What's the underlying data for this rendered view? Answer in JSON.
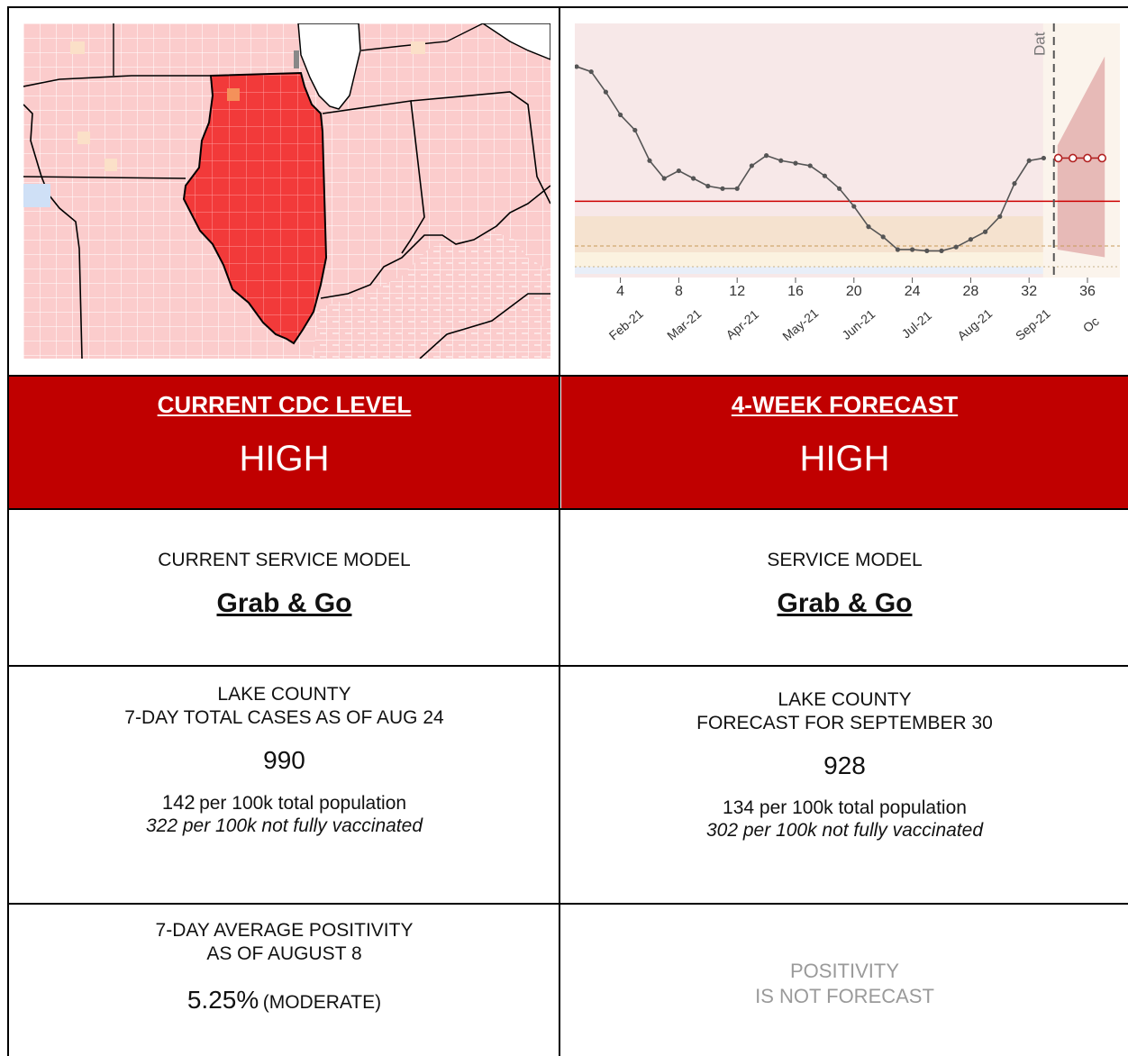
{
  "left_column": {
    "cdc_header": "CURRENT CDC LEVEL",
    "cdc_level": "HIGH",
    "service_label": "CURRENT SERVICE MODEL",
    "service_value": "Grab & Go",
    "cases_line1": "LAKE COUNTY",
    "cases_line2": "7-DAY TOTAL CASES AS OF AUG 24",
    "cases_value": "990",
    "per100k_num": "142",
    "per100k_text": "per 100k total population",
    "unvax_text": "322 per 100k not fully vaccinated",
    "positivity_line1": "7-DAY AVERAGE POSITIVITY",
    "positivity_line2": "AS OF AUGUST 8",
    "positivity_value": "5.25%",
    "positivity_level": "(MODERATE)"
  },
  "right_column": {
    "forecast_header": "4-WEEK FORECAST",
    "forecast_level": "HIGH",
    "service_label": "SERVICE MODEL",
    "service_value": "Grab & Go",
    "cases_line1": "LAKE COUNTY",
    "cases_line2": "FORECAST FOR SEPTEMBER 30",
    "cases_value": "928",
    "per100k_text": "134 per 100k total population",
    "unvax_text": "302 per 100k not fully vaccinated",
    "positivity_line1": "POSITIVITY",
    "positivity_line2": "IS NOT FORECAST"
  },
  "colors": {
    "banner_red": "#c00000",
    "map_state_red": "#f23a3a",
    "map_county_pink": "#fbcccc",
    "chart_red_line": "#cc0000",
    "forecast_marker": "#b22222"
  },
  "chart_data": {
    "type": "line",
    "annotation_text": "Dat",
    "x_ticks": [
      4,
      8,
      12,
      16,
      20,
      24,
      28,
      32,
      36
    ],
    "month_labels": [
      "Feb-21",
      "Mar-21",
      "Apr-21",
      "May-21",
      "Jun-21",
      "Jul-21",
      "Aug-21",
      "Sep-21",
      "Oc"
    ],
    "xlim": [
      1,
      38
    ],
    "ylim": [
      0,
      1
    ],
    "high_threshold": 0.3,
    "series": [
      {
        "x": [
          1,
          2,
          3,
          4,
          5,
          6,
          7,
          8,
          9,
          10,
          11,
          12,
          13,
          14,
          15,
          16,
          17,
          18,
          19,
          20,
          21,
          22,
          23,
          24,
          25,
          26,
          27,
          28,
          29,
          30,
          31,
          32,
          33
        ],
        "values": [
          0.83,
          0.81,
          0.73,
          0.64,
          0.58,
          0.46,
          0.39,
          0.42,
          0.39,
          0.36,
          0.35,
          0.35,
          0.44,
          0.48,
          0.46,
          0.45,
          0.44,
          0.4,
          0.35,
          0.28,
          0.2,
          0.16,
          0.11,
          0.11,
          0.105,
          0.105,
          0.12,
          0.15,
          0.18,
          0.24,
          0.37,
          0.46,
          0.47
        ]
      }
    ],
    "forecast": {
      "x": [
        34,
        35,
        36,
        37
      ],
      "values": [
        0.47,
        0.47,
        0.47,
        0.47
      ]
    }
  }
}
